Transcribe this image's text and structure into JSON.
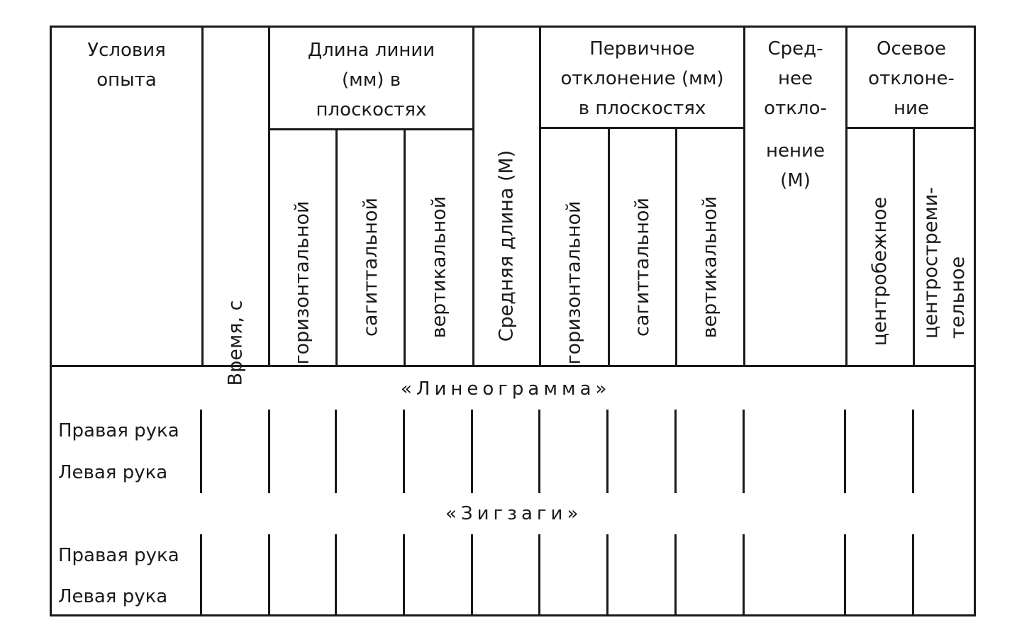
{
  "table": {
    "headers": {
      "conditions": [
        "Условия",
        "опыта"
      ],
      "time": "Время, с",
      "line_length": [
        "Длина линии",
        "(мм) в",
        "плоскостях"
      ],
      "mean_length": "Средняя длина (M)",
      "primary_deviation": [
        "Первичное",
        "отклонение (мм)",
        "в плоскостях"
      ],
      "mean_deviation": [
        "Сред-",
        "нее",
        "откло-",
        "нение",
        "(M)"
      ],
      "axial_deviation": [
        "Осевое",
        "отклоне-",
        "ние"
      ],
      "planes": {
        "horizontal": "горизонтальной",
        "sagittal": "сагиттальной",
        "vertical": "вертикальной"
      },
      "centrifugal": "центробежное",
      "centripetal": [
        "центростреми-",
        "тельное"
      ]
    },
    "sections": [
      {
        "title": "«Линеограмма»",
        "rows": [
          "Правая рука",
          "Левая рука"
        ]
      },
      {
        "title": "«Зигзаги»",
        "rows": [
          "Правая рука",
          "Левая рука"
        ]
      }
    ]
  }
}
